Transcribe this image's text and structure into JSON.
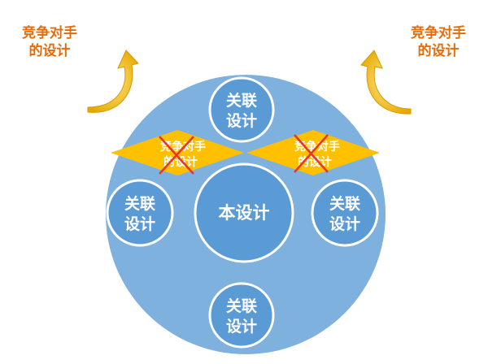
{
  "competitor_label": {
    "line1": "竞争对手",
    "line2": "的设计"
  },
  "center": {
    "line1": "本设计"
  },
  "related": {
    "line1": "关联",
    "line2": "设计"
  },
  "diamond": {
    "line1": "竞争对手",
    "line2": "的设计"
  },
  "colors": {
    "big_circle": "#7fb1df",
    "node_fill": "#5b9bd5",
    "node_stroke": "#ffffff",
    "diamond_fill": "#ffc000",
    "cross": "#e8352a",
    "label": "#e46c0a",
    "arrow": "#f2b800"
  },
  "icons": [
    "curved-arrow-up-icon",
    "cross-mark-icon"
  ]
}
